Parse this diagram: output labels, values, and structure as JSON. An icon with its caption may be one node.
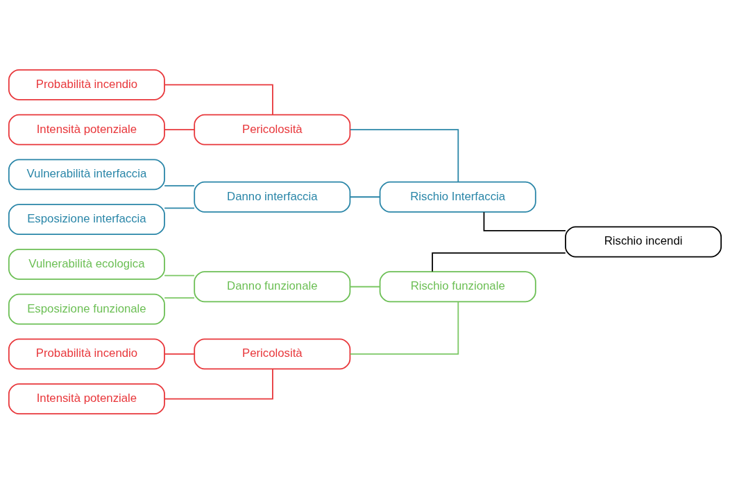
{
  "diagram": {
    "nodes": [
      {
        "text": [
          "Probabilità incendio"
        ]
      },
      {
        "text": [
          "Intensità potenziale"
        ]
      },
      {
        "text": [
          "Pericolosità"
        ]
      },
      {
        "text": [
          "Rischio Interfaccia"
        ]
      },
      {
        "text": [
          "Vulnerabilità interfaccia"
        ]
      },
      {
        "text": [
          "Esposizione interfaccia"
        ]
      },
      {
        "text": [
          "Danno interfaccia"
        ]
      },
      {
        "text": [
          "Rischio incendi"
        ]
      },
      {
        "text": [
          "Probabilità incendio"
        ]
      },
      {
        "text": [
          "Intensità potenziale"
        ]
      },
      {
        "text": [
          "Pericolosità"
        ]
      },
      {
        "text": [
          "Rischio funzionale"
        ]
      },
      {
        "text": [
          "Vulnerabilità ecologica"
        ]
      },
      {
        "text": [
          "Esposizione funzionale"
        ]
      },
      {
        "text": [
          "Danno funzionale"
        ]
      }
    ],
    "edges": [
      {
        "from": 0,
        "to": 2,
        "arrow": "none",
        "color": "#e8373b"
      },
      {
        "from": 1,
        "to": 2,
        "arrow": "none",
        "color": "#e8373b"
      },
      {
        "from": 2,
        "to": 3,
        "arrow": "none",
        "color": "#2a86a8"
      },
      {
        "from": 4,
        "to": 6,
        "arrow": "none",
        "color": "#2a86a8"
      },
      {
        "from": 5,
        "to": 6,
        "arrow": "none",
        "color": "#2a86a8"
      },
      {
        "from": 6,
        "to": 3,
        "arrow": "none",
        "color": "#2a86a8"
      },
      {
        "from": 3,
        "to": 7,
        "arrow": "none",
        "color": "#000000"
      },
      {
        "from": 8,
        "to": 10,
        "arrow": "none",
        "color": "#e8373b"
      },
      {
        "from": 9,
        "to": 10,
        "arrow": "none",
        "color": "#e8373b"
      },
      {
        "from": 10,
        "to": 11,
        "arrow": "none",
        "color": "#7cc865"
      },
      {
        "from": 12,
        "to": 14,
        "arrow": "none",
        "color": "#7cc865"
      },
      {
        "from": 13,
        "to": 14,
        "arrow": "none",
        "color": "#7cc865"
      },
      {
        "from": 14,
        "to": 11,
        "arrow": "none",
        "color": "#7cc865"
      },
      {
        "from": 11,
        "to": 7,
        "arrow": "none",
        "color": "#000000"
      }
    ]
  }
}
